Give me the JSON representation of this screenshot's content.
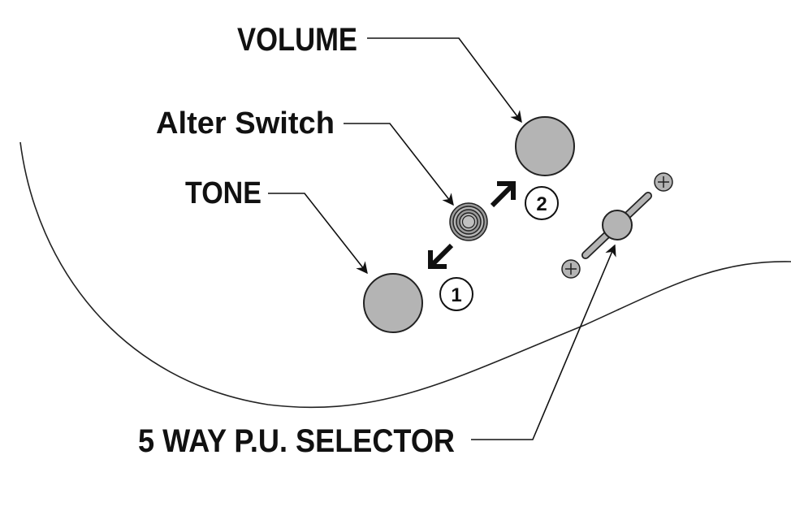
{
  "diagram": {
    "title": "Guitar control layout",
    "labels": {
      "volume": "VOLUME",
      "alter_switch": "Alter Switch",
      "tone": "TONE",
      "selector": "5 WAY P.U. SELECTOR"
    },
    "switch_positions": {
      "pos1": "1",
      "pos2": "2"
    },
    "colors": {
      "knob_fill": "#b4b4b4",
      "outline": "#222222",
      "text": "#111111"
    }
  }
}
